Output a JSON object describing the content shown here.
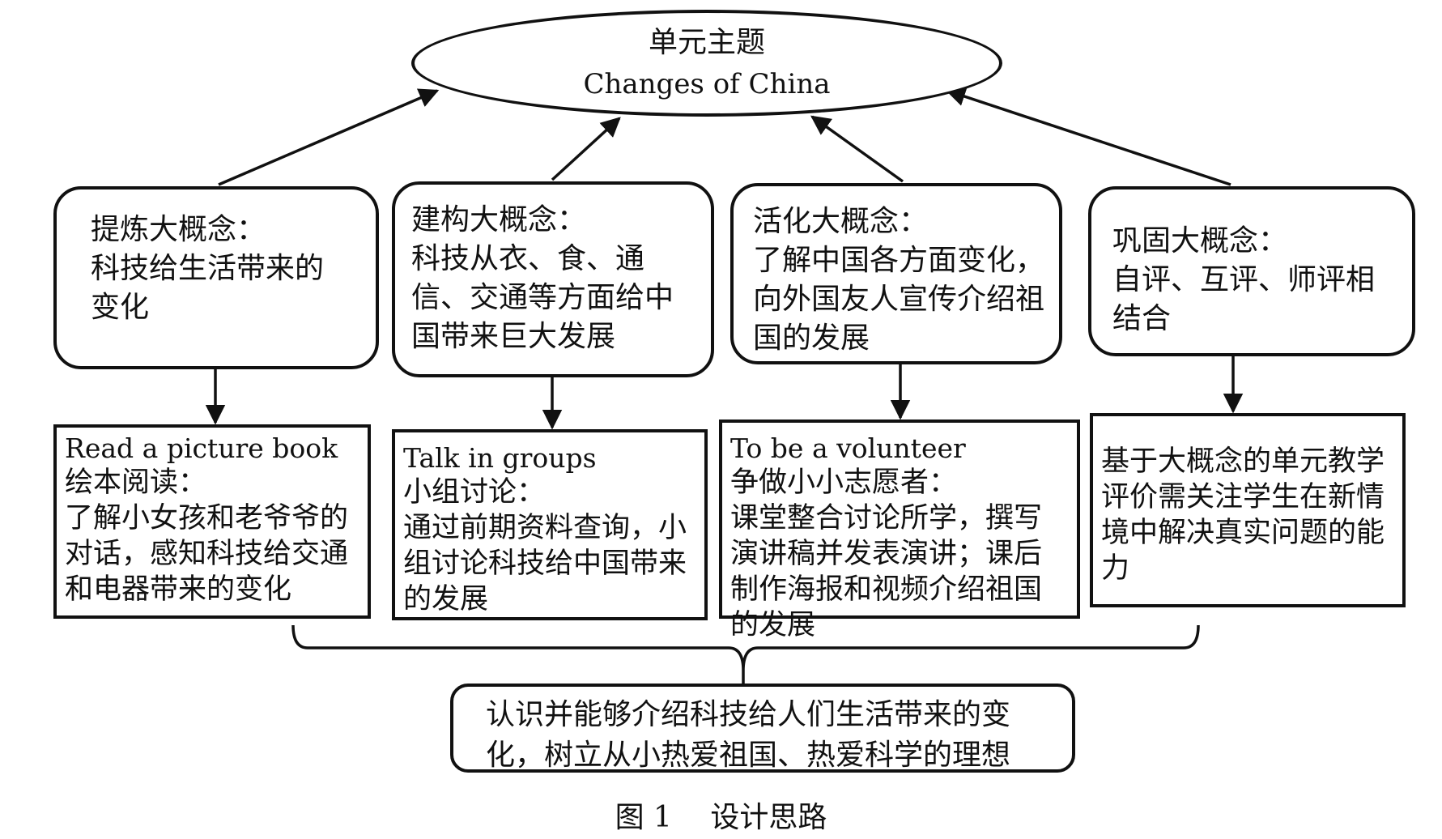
{
  "central": {
    "line1": "单元主题",
    "line2": "Changes of China"
  },
  "concepts": [
    {
      "title": "提炼大概念：",
      "text": "科技给生活带来的变化"
    },
    {
      "title": "建构大概念：",
      "text": "科技从衣、食、通信、交通等方面给中国带来巨大发展"
    },
    {
      "title": "活化大概念：",
      "text": "了解中国各方面变化，向外国友人宣传介绍祖国的发展"
    },
    {
      "title": "巩固大概念：",
      "text": "自评、互评、师评相结合"
    }
  ],
  "activities": [
    {
      "en": "Read a picture book",
      "cn": "绘本阅读：",
      "text": "了解小女孩和老爷爷的对话，感知科技给交通和电器带来的变化"
    },
    {
      "en": "Talk in groups",
      "cn": "小组讨论：",
      "text": "通过前期资料查询，小组讨论科技给中国带来的发展"
    },
    {
      "en": "To be a volunteer",
      "cn": "争做小小志愿者：",
      "text": "课堂整合讨论所学，撰写演讲稿并发表演讲；课后制作海报和视频介绍祖国的发展"
    },
    {
      "en": "",
      "cn": "",
      "text": "基于大概念的单元教学评价需关注学生在新情境中解决真实问题的能力"
    }
  ],
  "goal": {
    "text": "认识并能够介绍科技给人们生活带来的变化，树立从小热爱祖国、热爱科学的理想"
  },
  "caption": {
    "number": "图 1",
    "title": "设计思路"
  }
}
